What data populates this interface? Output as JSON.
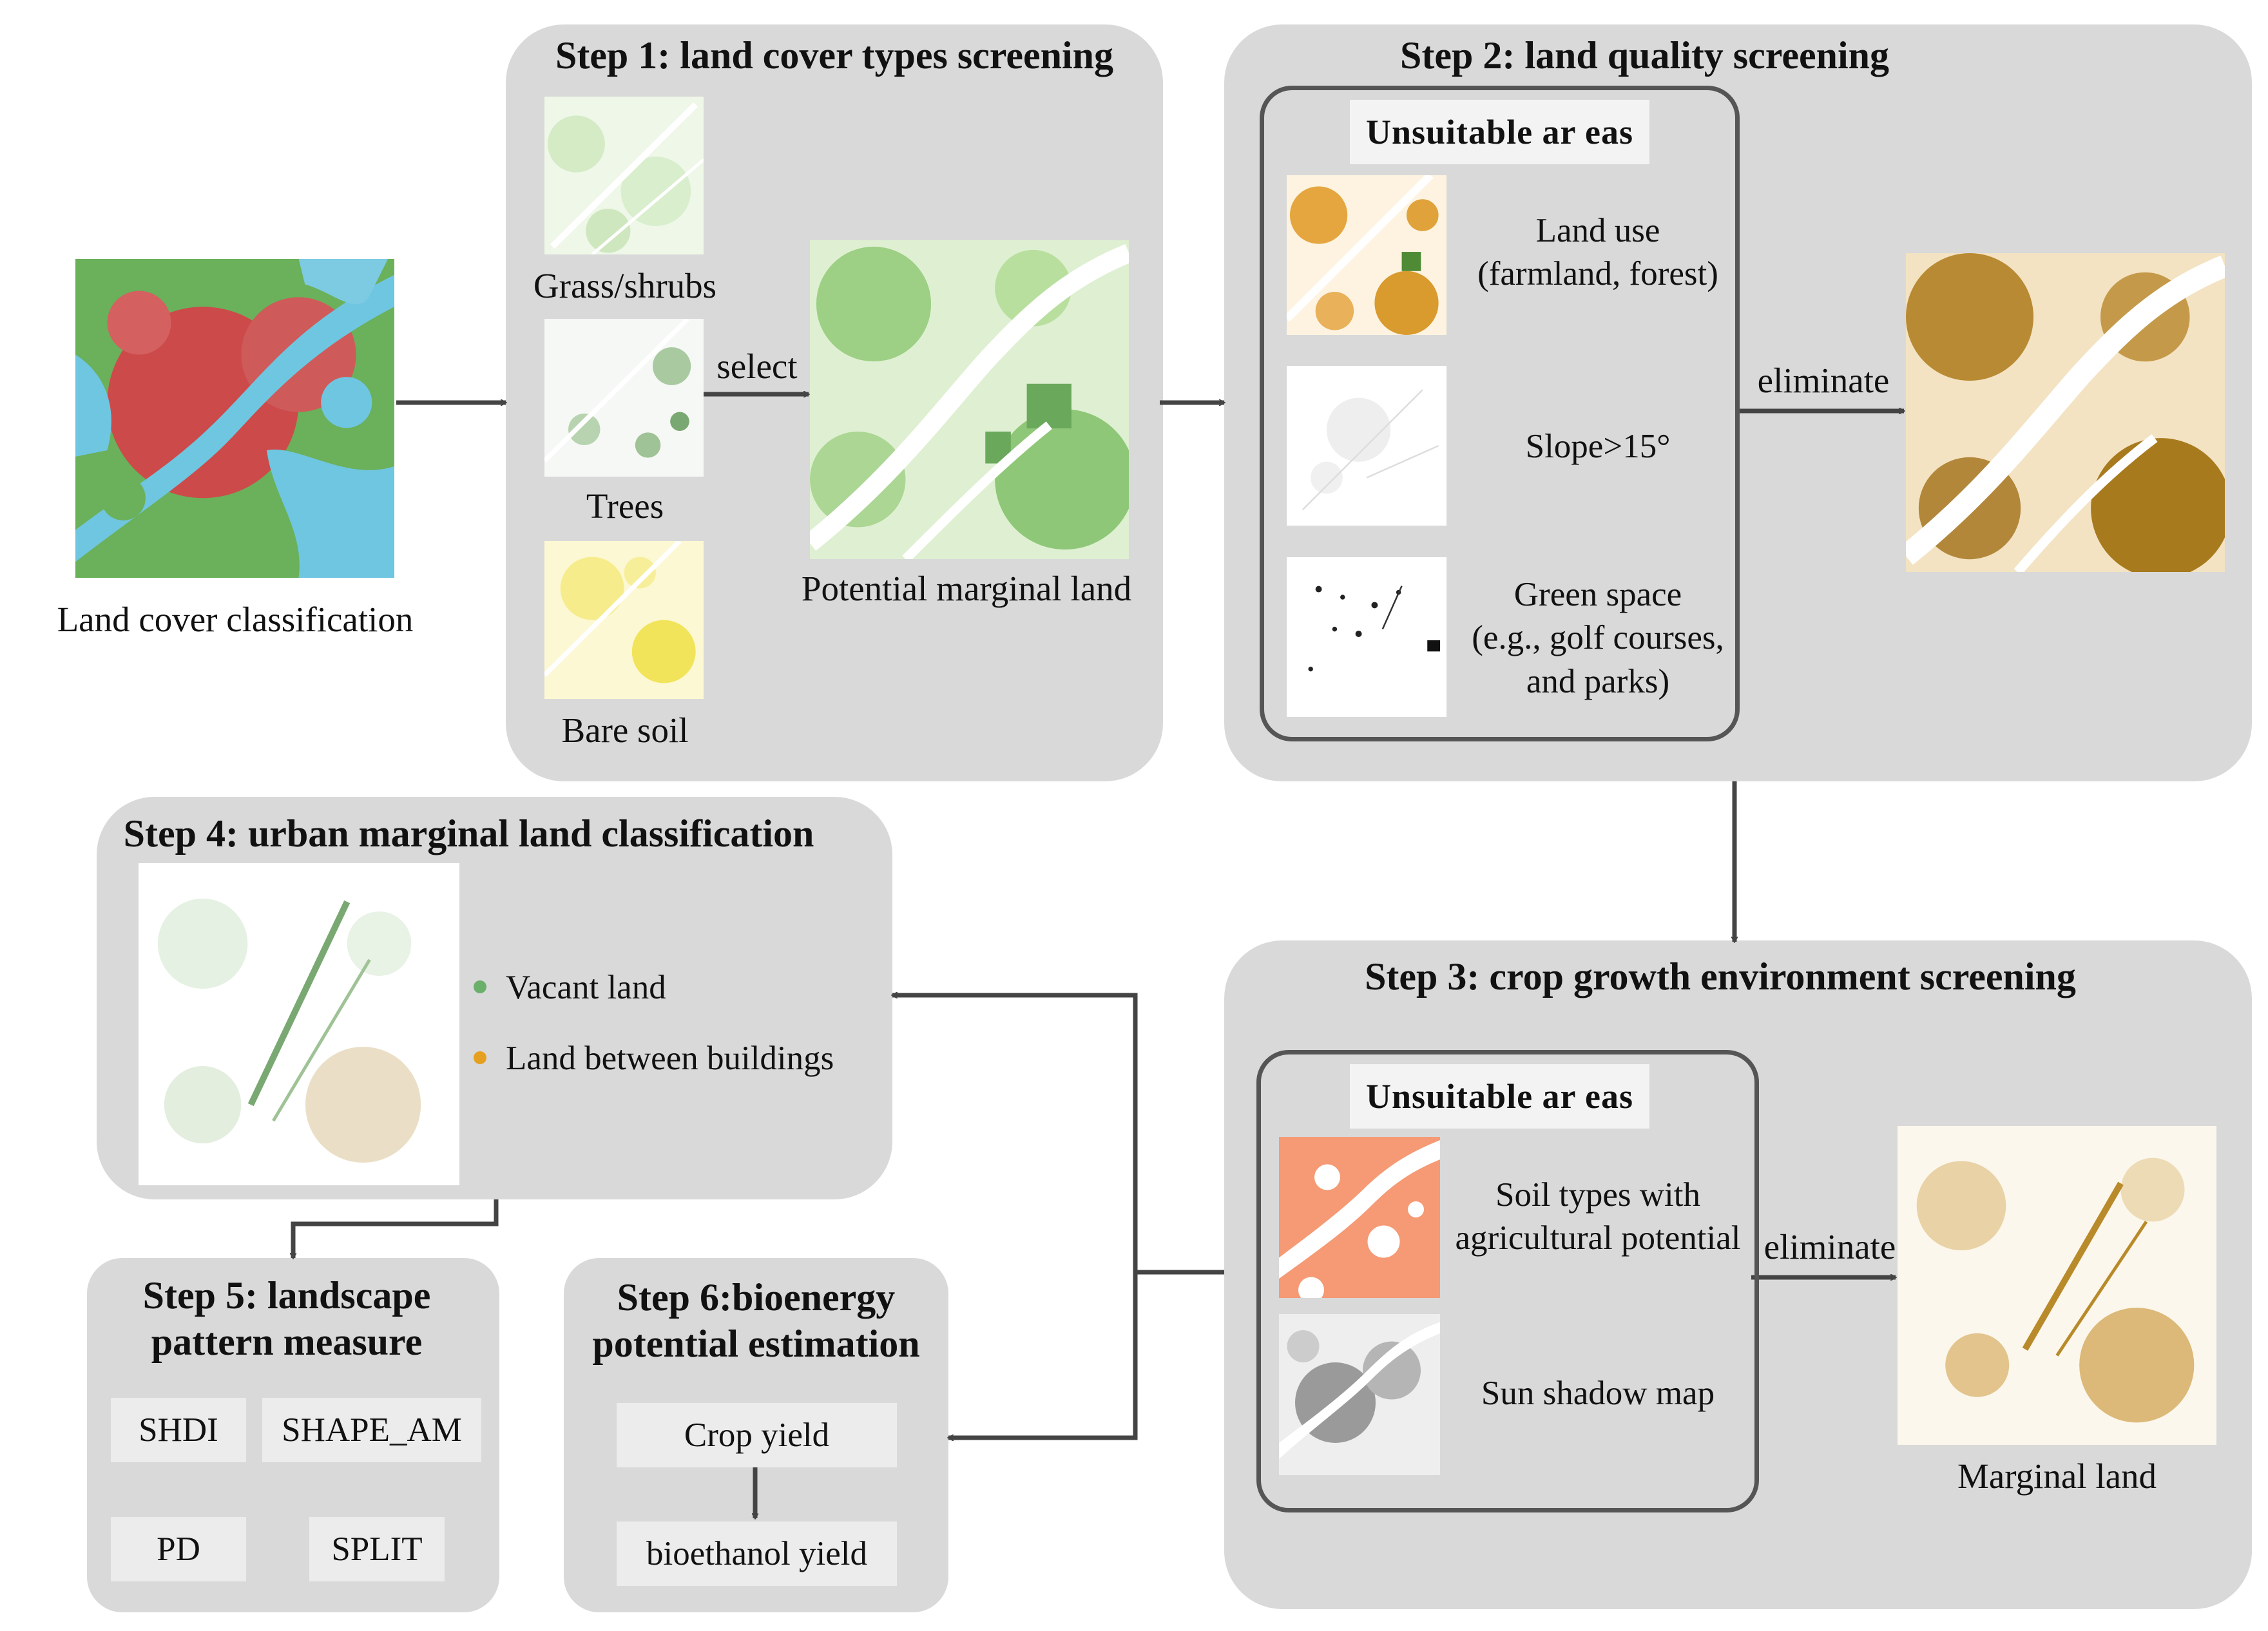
{
  "input": {
    "label": "Land cover classification"
  },
  "step1": {
    "title": "Step 1: land cover types screening",
    "items": [
      "Grass/shrubs",
      "Trees",
      "Bare soil"
    ],
    "arrow_label": "select",
    "output_label": "Potential marginal land"
  },
  "step2": {
    "title": "Step 2: land quality screening",
    "unsuitable_title": "Unsuitable ar eas",
    "item1": {
      "line1": "Land use",
      "line2": "(farmland, forest)"
    },
    "item2": {
      "line1": "Slope>15°"
    },
    "item3": {
      "line1": "Green space",
      "line2": "(e.g., golf courses,",
      "line3": "and parks)"
    },
    "arrow_label": "eliminate"
  },
  "step3": {
    "title": "Step 3: crop growth environment screening",
    "unsuitable_title": "Unsuitable ar eas",
    "item1": {
      "line1": "Soil types with",
      "line2": "agricultural potential"
    },
    "item2": {
      "line1": "Sun shadow map"
    },
    "arrow_label": "eliminate",
    "output_label": "Marginal land"
  },
  "step4": {
    "title": "Step 4: urban marginal land classification",
    "legend": [
      {
        "label": "Vacant land",
        "color": "#6ab06a"
      },
      {
        "label": "Land between buildings",
        "color": "#e6a020"
      }
    ]
  },
  "step5": {
    "title_line1": "Step 5: landscape",
    "title_line2": "pattern measure",
    "metrics": [
      "SHDI",
      "SHAPE_AM",
      "PD",
      "SPLIT"
    ]
  },
  "step6": {
    "title_line1": "Step 6:bioenergy",
    "title_line2": "potential estimation",
    "box1": "Crop yield",
    "box2": "bioethanol yield"
  },
  "colors": {
    "panel": "#d9d9d9",
    "arrow": "#444444",
    "water": "#6fc6e0",
    "urban_red": "#d43a3a",
    "vegetation": "#5fae4f",
    "bare_soil": "#f2e24a",
    "brown": "#a87a1e",
    "orange_land": "#d99a2e",
    "soil_orange": "#f59a75"
  }
}
